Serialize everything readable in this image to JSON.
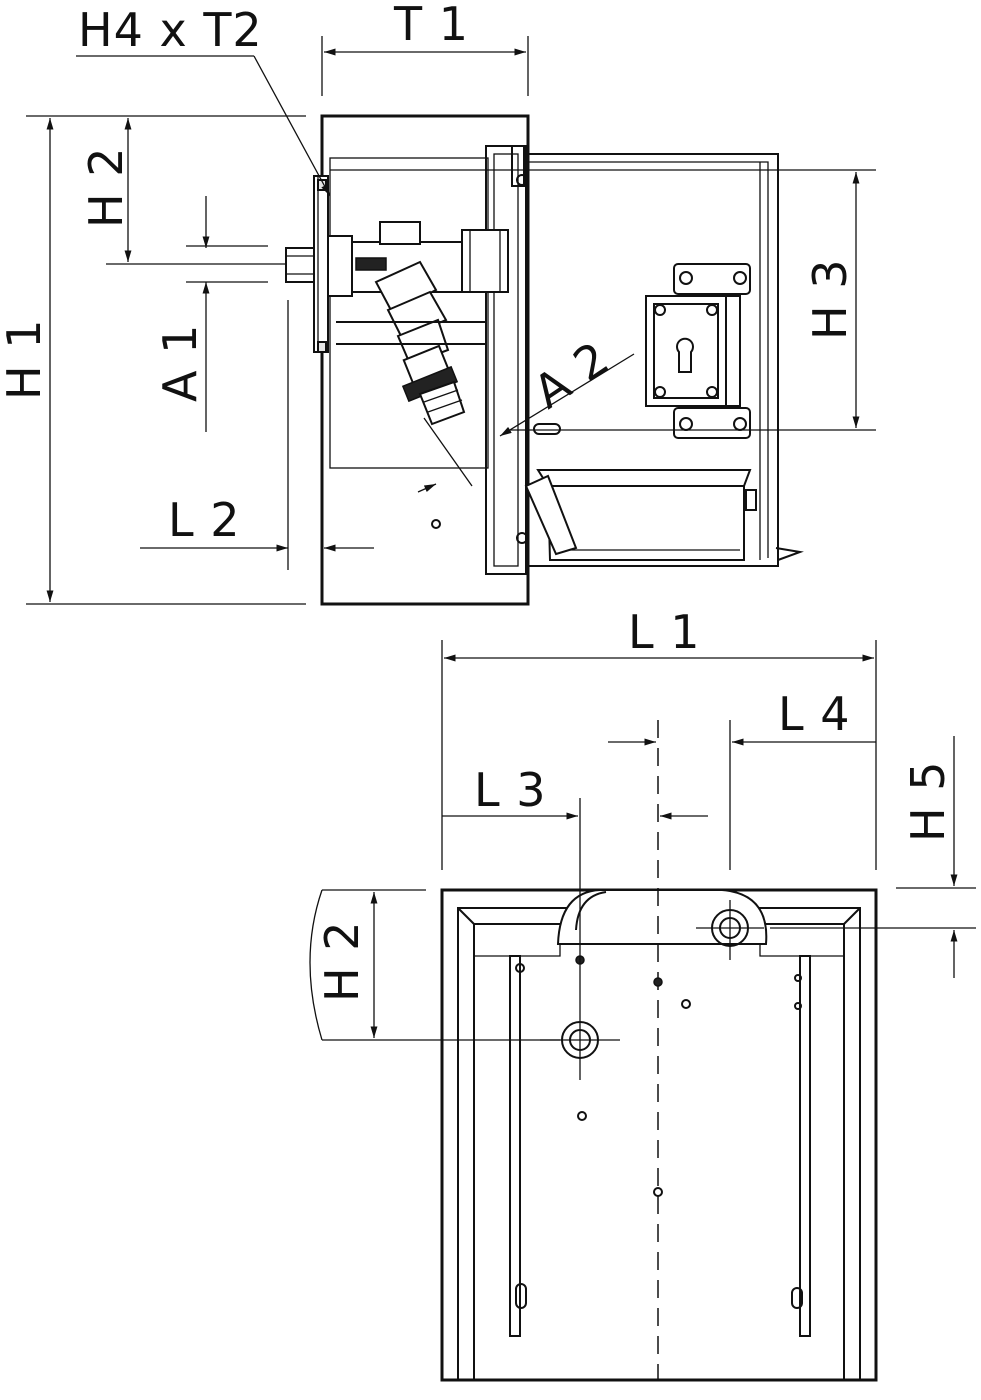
{
  "labels": {
    "h4_t2": "H4 x T2",
    "t1": "T 1",
    "h1": "H 1",
    "h2_top": "H 2",
    "a1": "A 1",
    "l2": "L 2",
    "a2": "A 2",
    "h3": "H 3",
    "l1": "L 1",
    "l4": "L 4",
    "l3": "L 3",
    "h5": "H 5",
    "h2_bottom": "H 2"
  }
}
